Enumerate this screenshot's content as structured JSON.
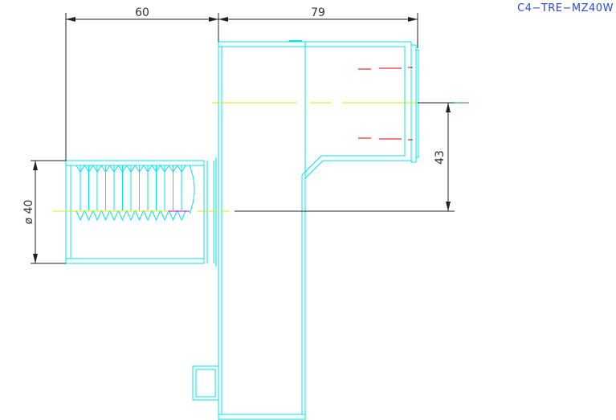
{
  "drawing": {
    "part_code": "C4−TRE−MZ40W",
    "dimensions": {
      "shank_length": "60",
      "body_length": "79",
      "center_height": "43",
      "shank_diameter": "ø 40"
    }
  },
  "colors": {
    "outline": "#00e5f0",
    "dimension": "#222222",
    "centerline_yellow": "#e6e600",
    "centerline_green": "#00b000",
    "hidden_red": "#e00000",
    "magenta": "#d000d0",
    "part_code": "#2a4bd7"
  }
}
